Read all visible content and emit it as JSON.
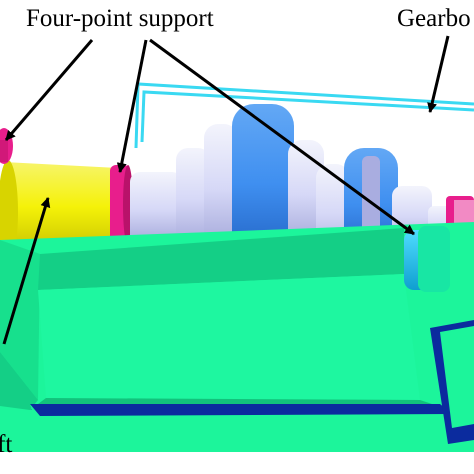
{
  "labels": {
    "four_point_support": "Four-point support",
    "gearbox": "Gearbo",
    "shaft": "aft"
  },
  "colors": {
    "base": "#1cf59b",
    "base_dark": "#14cf86",
    "base_shadow": "#0b2b9e",
    "main_shaft": "#f5f208",
    "support_ring": "#e81e8c",
    "gear_light": "#d6d8f7",
    "gear_blue": "#3f8ff0",
    "bearing_cyan": "#1fc4f2",
    "housing_outline": "#3ad9f2",
    "arrow": "#000000"
  }
}
